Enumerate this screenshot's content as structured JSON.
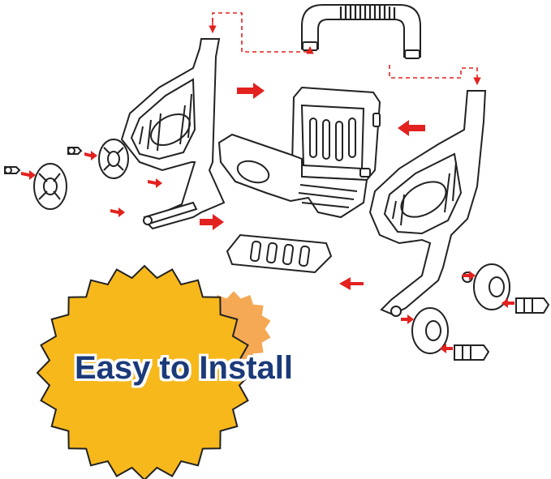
{
  "badge": {
    "text": "Easy to Install",
    "primary_color": "#f7b81c",
    "secondary_color": "#f5a955",
    "text_color": "#1b3a7a"
  },
  "diagram": {
    "arrow_color": "#e3211f",
    "line_color": "#222222",
    "parts": [
      "handle",
      "left-side-frame",
      "right-side-frame",
      "seat-back",
      "seat",
      "footrest",
      "front-wheel-left",
      "rear-wheel-left",
      "front-wheel-right",
      "rear-wheel-right",
      "axle-pins"
    ]
  }
}
